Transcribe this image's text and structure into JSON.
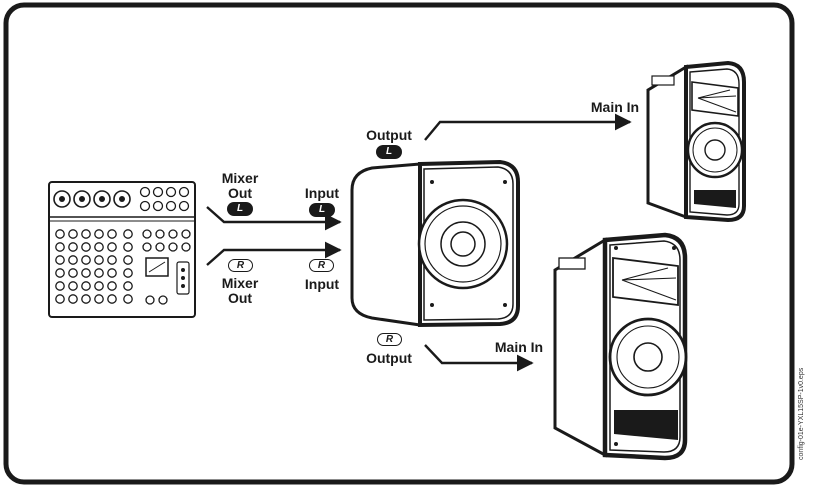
{
  "labels": {
    "mixer_out_left": [
      "Mixer",
      "Out"
    ],
    "mixer_out_right": [
      "Mixer",
      "Out"
    ],
    "input_left": "Input",
    "input_right": "Input",
    "output_left": "Output",
    "output_right": "Output",
    "main_in_top": "Main In",
    "main_in_bottom": "Main In"
  },
  "badges": {
    "left": "L",
    "right": "R"
  },
  "file_caption": "config-01e-YXL15SP-1v0.eps",
  "colors": {
    "ink": "#1a1a1a",
    "background": "#ffffff"
  }
}
